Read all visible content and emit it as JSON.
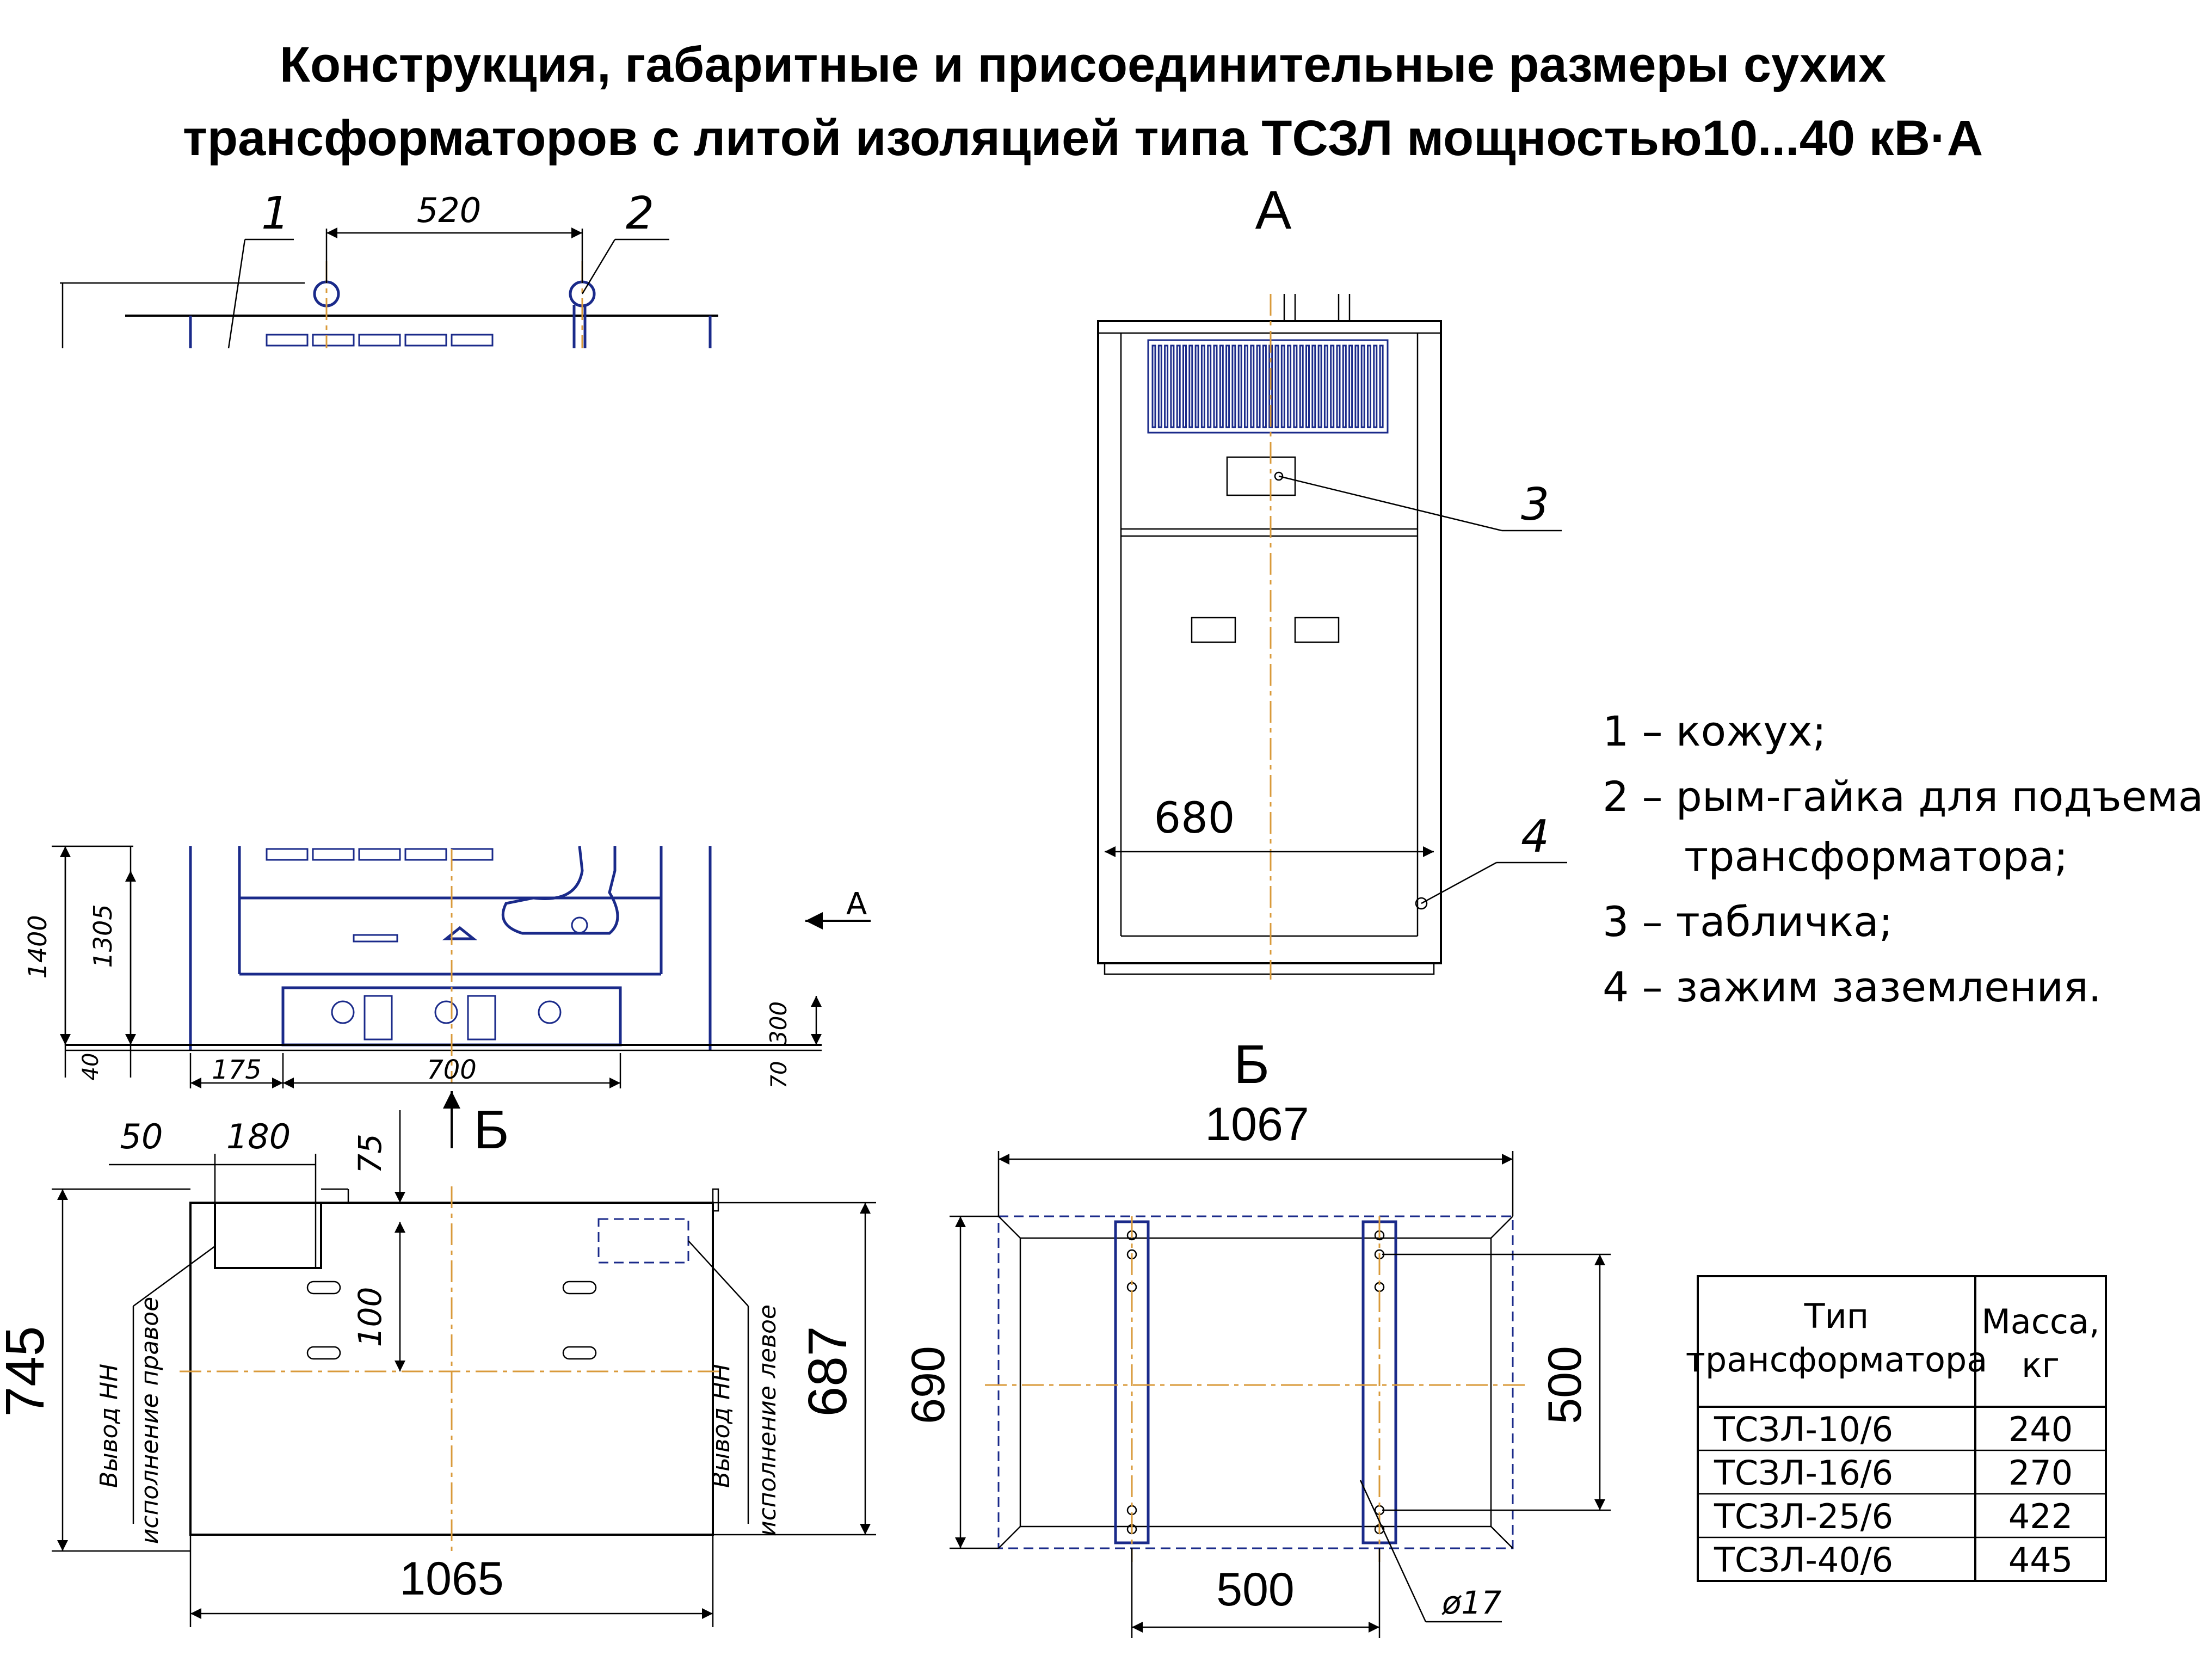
{
  "title": {
    "line1": "Конструкция, габаритные и присоединительные размеры сухих",
    "line2": "трансформаторов с литой изоляцией типа ТСЗЛ мощностью10...40 кВ·А"
  },
  "views": {
    "side": {
      "callout_1": "1",
      "callout_2": "2",
      "dim_520": "520",
      "dim_1400": "1400",
      "dim_1305": "1305",
      "dim_40": "40",
      "dim_175": "175",
      "dim_700": "700",
      "dim_300": "300",
      "dim_70": "70",
      "arrow_a": "A",
      "arrow_b": "Б"
    },
    "front": {
      "label": "А",
      "callout_3": "3",
      "callout_4": "4",
      "dim_680": "680"
    },
    "plan": {
      "dim_50": "50",
      "dim_180": "180",
      "dim_75": "75",
      "dim_100": "100",
      "dim_745": "745",
      "dim_687": "687",
      "dim_1065": "1065",
      "lv_right_1": "Вывод НН",
      "lv_right_2": "исполнение правое",
      "lv_left_1": "Вывод НН",
      "lv_left_2": "исполнение левое"
    },
    "base": {
      "label": "Б",
      "dim_1067": "1067",
      "dim_690": "690",
      "dim_500_v": "500",
      "dim_500_h": "500",
      "dim_hole": "ø17"
    }
  },
  "legend": [
    "1 – кожух;",
    "2 – рым-гайка для подъема",
    "трансформатора;",
    "3 – табличка;",
    "4 – зажим заземления."
  ],
  "mass_table": {
    "header_type_1": "Тип",
    "header_type_2": "трансформатора",
    "header_mass_1": "Масса,",
    "header_mass_2": "кг",
    "rows": [
      {
        "type": "ТСЗЛ-10/6",
        "mass": "240"
      },
      {
        "type": "ТСЗЛ-16/6",
        "mass": "270"
      },
      {
        "type": "ТСЗЛ-25/6",
        "mass": "422"
      },
      {
        "type": "ТСЗЛ-40/6",
        "mass": "445"
      }
    ]
  }
}
